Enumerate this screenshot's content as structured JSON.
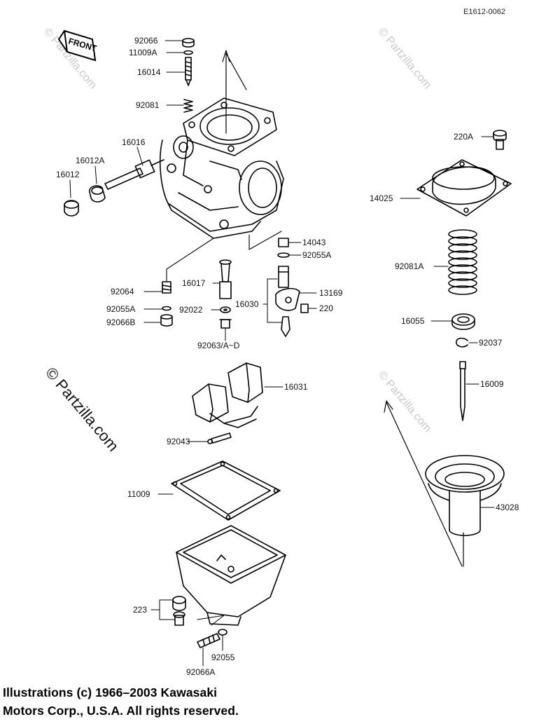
{
  "diagram_code": "E1612-0062",
  "front_label": "FRONT",
  "watermark": "© Partzilla.com",
  "parts": {
    "p92066": "92066",
    "p11009A": "11009A",
    "p16014": "16014",
    "p92081": "92081",
    "p16016": "16016",
    "p16012A": "16012A",
    "p16012": "16012",
    "p220A": "220A",
    "p14025": "14025",
    "p92081A": "92081A",
    "p16055": "16055",
    "p92037": "92037",
    "p16009": "16009",
    "p14043": "14043",
    "p92055A_r": "92055A",
    "p13169": "13169",
    "p220": "220",
    "p16030": "16030",
    "p16017": "16017",
    "p92064": "92064",
    "p92055A_l": "92055A",
    "p92066B": "92066B",
    "p92022": "92022",
    "p92063": "92063/A~D",
    "p16031": "16031",
    "p92043": "92043",
    "p11009": "11009",
    "p43028": "43028",
    "p223": "223",
    "p92055": "92055",
    "p92066A": "92066A"
  },
  "copyright_line1": "Illustrations (c) 1966–2003 Kawasaki",
  "copyright_line2": "Motors Corp., U.S.A.  All rights reserved."
}
